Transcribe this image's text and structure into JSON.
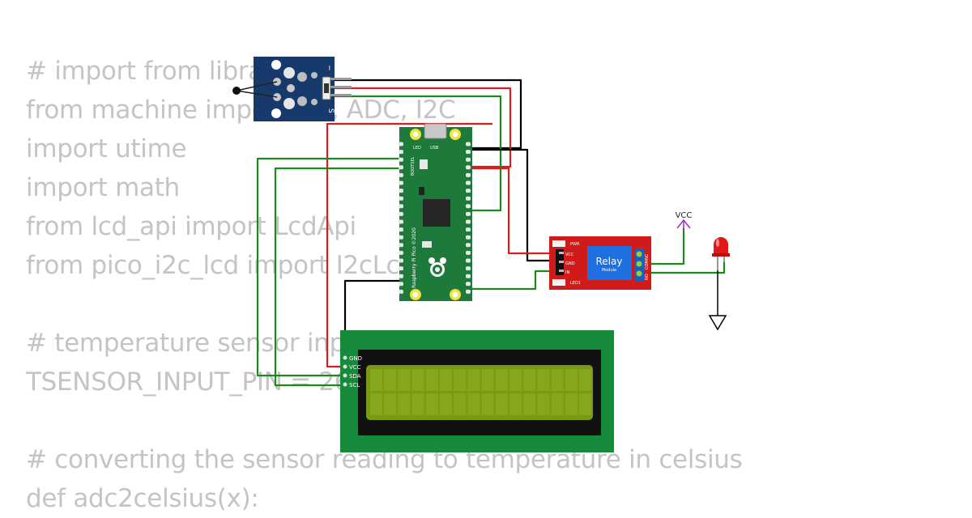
{
  "code_lines": [
    "# import from libraries",
    "from machine import Pin, ADC, I2C",
    "import utime",
    "import math",
    "from lcd_api import LcdApi",
    "from pico_i2c_lcd import I2cLcd",
    "",
    "# temperature sensor input",
    "TSENSOR_INPUT_PIN = 26",
    "",
    "# converting the sensor reading to temperature in celsius",
    "def adc2celsius(x):"
  ],
  "sensor": {
    "pin_labels": [
      "S",
      "−"
    ]
  },
  "pico": {
    "silkscreen": "Raspberry Pi Pico ©2020",
    "led_label": "LED",
    "usb_label": "USB",
    "bootsel_label": "BOOTSEL"
  },
  "relay": {
    "title": "Relay",
    "subtitle": "Module",
    "pins": [
      "VCC",
      "GND",
      "IN"
    ],
    "pwr_label": "PWR",
    "led_label": "LED1",
    "contacts": [
      "NO",
      "COM",
      "NC"
    ]
  },
  "vcc_label": "VCC",
  "lcd": {
    "pins": [
      "GND",
      "VCC",
      "SDA",
      "SCL"
    ]
  },
  "colors": {
    "wire_black": "#000000",
    "wire_red": "#d61f1f",
    "wire_green": "#1a8a1a",
    "pico_board": "#1e7a3a",
    "relay_board": "#d11a1a",
    "relay_body": "#1e6fe0",
    "sensor_board": "#163a6b",
    "lcd_board": "#158a3a",
    "lcd_screen": "#7a9a14",
    "led_red": "#e01818",
    "vcc_purple": "#9b30c8"
  }
}
